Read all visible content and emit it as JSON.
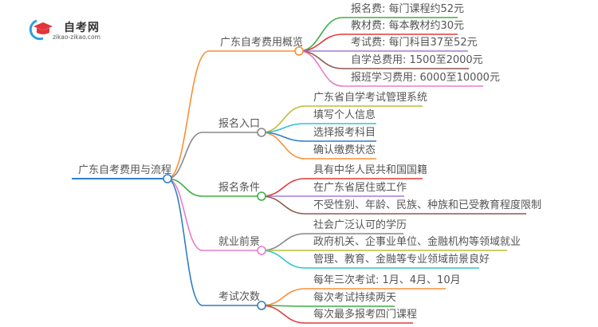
{
  "logo": {
    "title": "自考网",
    "url": "zikao-zikao.com"
  },
  "root": {
    "label": "广东自考费用与流程",
    "color": "#2f7fd0"
  },
  "branches": [
    {
      "label": "广东自考费用概览",
      "color": "#f7903a",
      "children": [
        {
          "label": "报名费: 每门课程约52元",
          "color": "#3cb043"
        },
        {
          "label": "教材费: 每本教材约30元",
          "color": "#e03a3a"
        },
        {
          "label": "考试费: 每门科目37至52元",
          "color": "#a77cd0"
        },
        {
          "label": "自学总费用: 1500至2000元",
          "color": "#8d5a4a"
        },
        {
          "label": "报班学习费用: 6000至10000元",
          "color": "#e87dc8"
        }
      ]
    },
    {
      "label": "报名入口",
      "color": "#888888",
      "children": [
        {
          "label": "广东省自学考试管理系统",
          "color": "#bcbd3a"
        },
        {
          "label": "填写个人信息",
          "color": "#2ec3d6"
        },
        {
          "label": "选择报考科目",
          "color": "#2f7fc0"
        },
        {
          "label": "确认缴费状态",
          "color": "#f7903a"
        }
      ]
    },
    {
      "label": "报名条件",
      "color": "#3cb043",
      "children": [
        {
          "label": "具有中华人民共和国国籍",
          "color": "#e03a3a"
        },
        {
          "label": "在广东省居住或工作",
          "color": "#a77cd0"
        },
        {
          "label": "不受性别、年龄、民族、种族和已受教育程度限制",
          "color": "#8d5a4a"
        }
      ]
    },
    {
      "label": "就业前景",
      "color": "#e87dc8",
      "children": [
        {
          "label": "社会广泛认可的学历",
          "color": "#888888"
        },
        {
          "label": "政府机关、企事业单位、金融机构等领域就业",
          "color": "#bcbd3a"
        },
        {
          "label": "管理、教育、金融等专业领域前景良好",
          "color": "#2ec3d6"
        }
      ]
    },
    {
      "label": "考试次数",
      "color": "#2f7fc0",
      "children": [
        {
          "label": "每年三次考试: 1月、4月、10月",
          "color": "#f7903a"
        },
        {
          "label": "每次考试持续两天",
          "color": "#3cb043"
        },
        {
          "label": "每次最多报考四门课程",
          "color": "#e03a3a"
        }
      ]
    }
  ]
}
